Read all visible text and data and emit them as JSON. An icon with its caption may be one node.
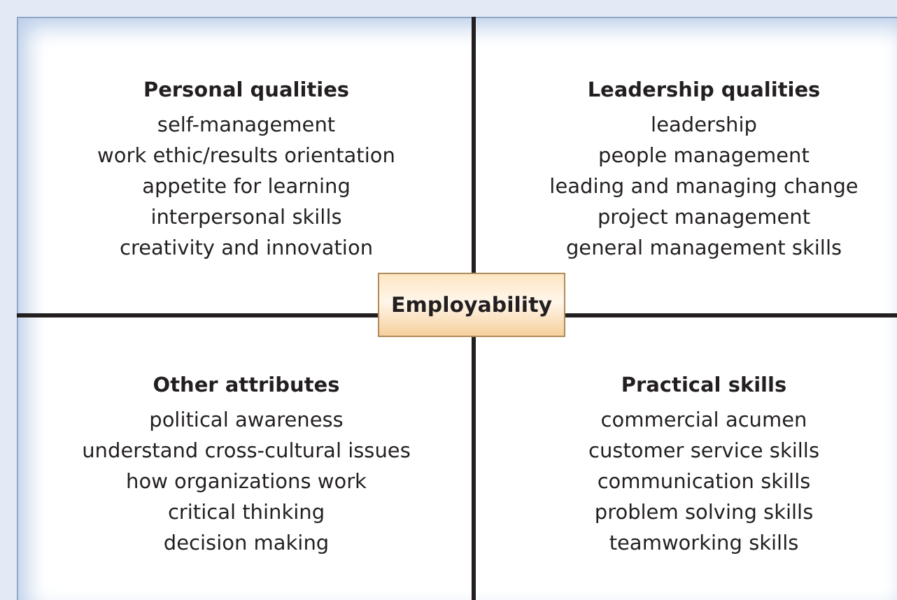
{
  "diagram": {
    "nodes": [
      {
        "text": [
          "Employability"
        ]
      }
    ],
    "labels": [
      "Personal qualities",
      "self-management",
      "work ethic/results orientation",
      "appetite for learning",
      "interpersonal skills",
      "creativity and innovation",
      "Leadership qualities",
      "leadership",
      "people management",
      "leading and managing change",
      "project management",
      "general management skills",
      "Other attributes",
      "political awareness",
      "understand cross-cultural issues",
      "how organizations work",
      "critical thinking",
      "decision making",
      "Practical skills",
      "commercial acumen",
      "customer service skills",
      "communication skills",
      "problem solving skills",
      "teamworking skills"
    ]
  }
}
